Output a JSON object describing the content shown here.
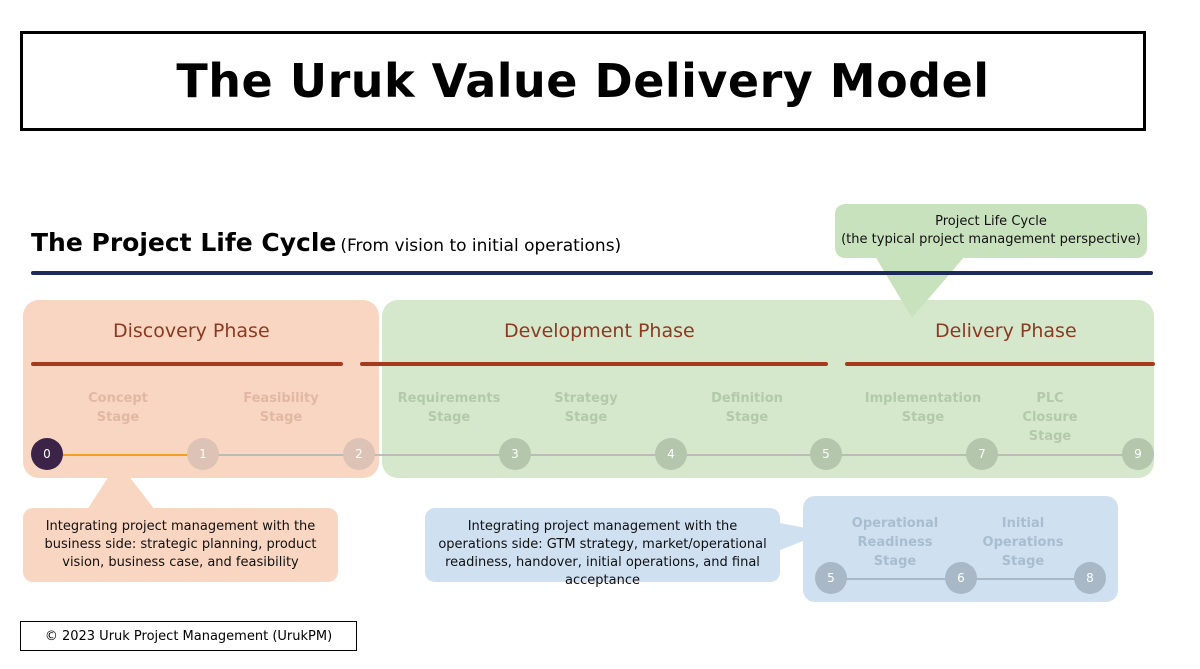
{
  "title": "The Uruk Value Delivery Model",
  "lifecycle": {
    "heading": "The Project Life Cycle",
    "subheading": "(From vision to initial operations)"
  },
  "plc_callout": {
    "line1": "Project Life Cycle",
    "line2": "(the typical project management perspective)"
  },
  "phases": [
    {
      "label": "Discovery Phase"
    },
    {
      "label": "Development Phase"
    },
    {
      "label": "Delivery Phase"
    }
  ],
  "stages": [
    {
      "label": "Concept\nStage"
    },
    {
      "label": "Feasibility\nStage"
    },
    {
      "label": "Requirements\nStage"
    },
    {
      "label": "Strategy\nStage"
    },
    {
      "label": "Definition\nStage"
    },
    {
      "label": "Implementation\nStage"
    },
    {
      "label": "PLC\nClosure\nStage"
    }
  ],
  "nodes": [
    "0",
    "1",
    "2",
    "3",
    "4",
    "5",
    "7",
    "9"
  ],
  "discovery_callout": {
    "text": "Integrating project management with the business side: strategic planning, product vision, business case, and feasibility"
  },
  "operations_callout": {
    "text": "Integrating project management with the operations side: GTM strategy, market/operational  readiness, handover, initial operations, and final acceptance"
  },
  "operations_stages": [
    {
      "label": "Operational\nReadiness\nStage"
    },
    {
      "label": "Initial\nOperations\nStage"
    }
  ],
  "operations_nodes": [
    "5",
    "6",
    "8"
  ],
  "copyright": "© 2023 Uruk Project Management (UrukPM)",
  "colors": {
    "title_border": "#000000",
    "lifecycle_rule": "#1f2a5c",
    "discovery_fill": "#f8d6c2",
    "development_delivery_fill": "#d6e8cc",
    "plc_callout_fill": "#c9e2be",
    "operations_fill": "#cfe0f1",
    "phase_text": "#8b3a22",
    "phase_rule": "#a63a1f",
    "active_node": "#3b2447",
    "progress_line": "#f0a020"
  }
}
